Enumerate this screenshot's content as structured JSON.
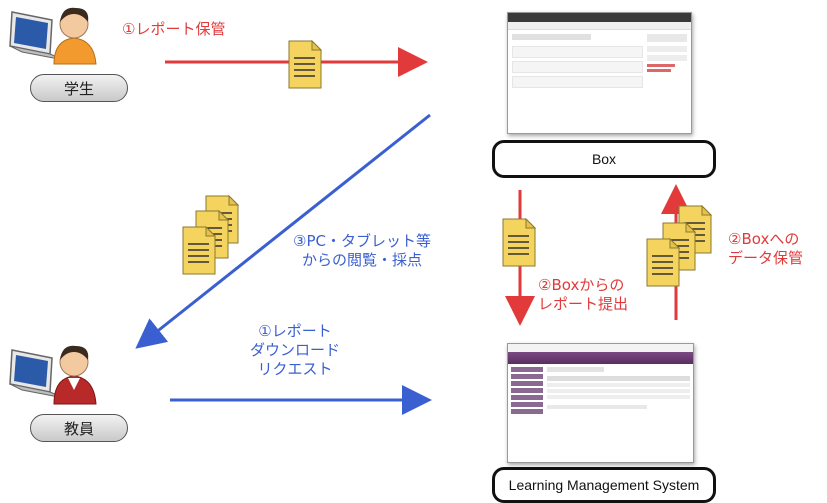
{
  "actors": {
    "student": "学生",
    "teacher": "教員"
  },
  "systems": {
    "box": "Box",
    "lms": "Learning Management System"
  },
  "flows": {
    "student_store": "①レポート保管",
    "teacher_view": [
      "③PC・タブレット等",
      "からの閲覧・採点"
    ],
    "teacher_request": [
      "①レポート",
      "ダウンロード",
      "リクエスト"
    ],
    "box_submit": [
      "②Boxからの",
      "レポート提出"
    ],
    "box_store": [
      "②Boxへの",
      "データ保管"
    ]
  },
  "colors": {
    "red": "#e23a3a",
    "blue": "#3a5fd0",
    "document": "#f4d35e"
  },
  "icons": [
    "person-laptop-icon",
    "document-icon"
  ]
}
